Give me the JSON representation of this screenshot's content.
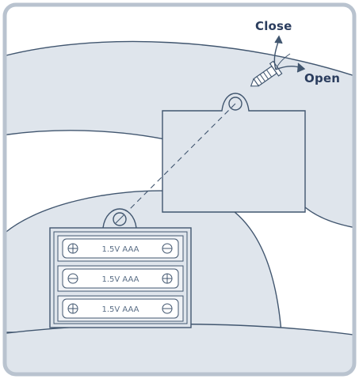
{
  "labels": {
    "close": "Close",
    "open": "Open"
  },
  "batteries": [
    {
      "label": "1.5V AAA",
      "left_terminal": "plus",
      "right_terminal": "minus"
    },
    {
      "label": "1.5V AAA",
      "left_terminal": "minus",
      "right_terminal": "plus"
    },
    {
      "label": "1.5V AAA",
      "left_terminal": "plus",
      "right_terminal": "minus"
    }
  ],
  "icons": [
    "screw-icon",
    "rotation-arrows-icon",
    "screw-hole-icon",
    "plus-terminal-icon",
    "minus-terminal-icon"
  ],
  "colors": {
    "frame_stroke": "#b9c3cf",
    "fill_light": "#dfe5ec",
    "outline": "#41566f",
    "text": "#2b3d5e"
  }
}
